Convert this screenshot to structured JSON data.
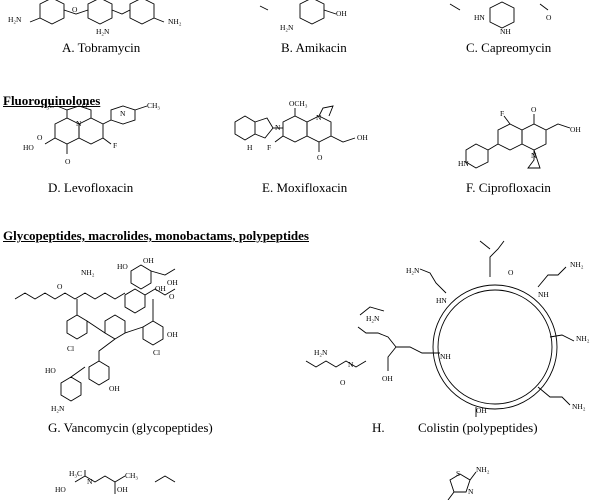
{
  "captions": {
    "a": "A.   Tobramycin",
    "b": "B. Amikacin",
    "c": "C. Capreomycin",
    "d": "D.   Levofloxacin",
    "e": "E. Moxifloxacin",
    "f": "F. Ciprofloxacin",
    "g": "G. Vancomycin (glycopeptides)",
    "h": "H.",
    "h2": "Colistin (polypeptides)"
  },
  "sections": {
    "fluoroquinolones": "Fluoroquinolones",
    "glyco": "Glycopeptides, macrolides, monobactams, polypeptides"
  },
  "atoms": {
    "oh": "OH",
    "ho": "HO",
    "nh2": "NH₂",
    "h2n": "H₂N",
    "o": "O",
    "n": "N",
    "f": "F",
    "h": "H",
    "nh": "NH",
    "hn": "HN",
    "cl": "Cl",
    "och3": "OCH₃",
    "ch3": "CH₃",
    "h3c": "H₃C",
    "s": "S"
  }
}
